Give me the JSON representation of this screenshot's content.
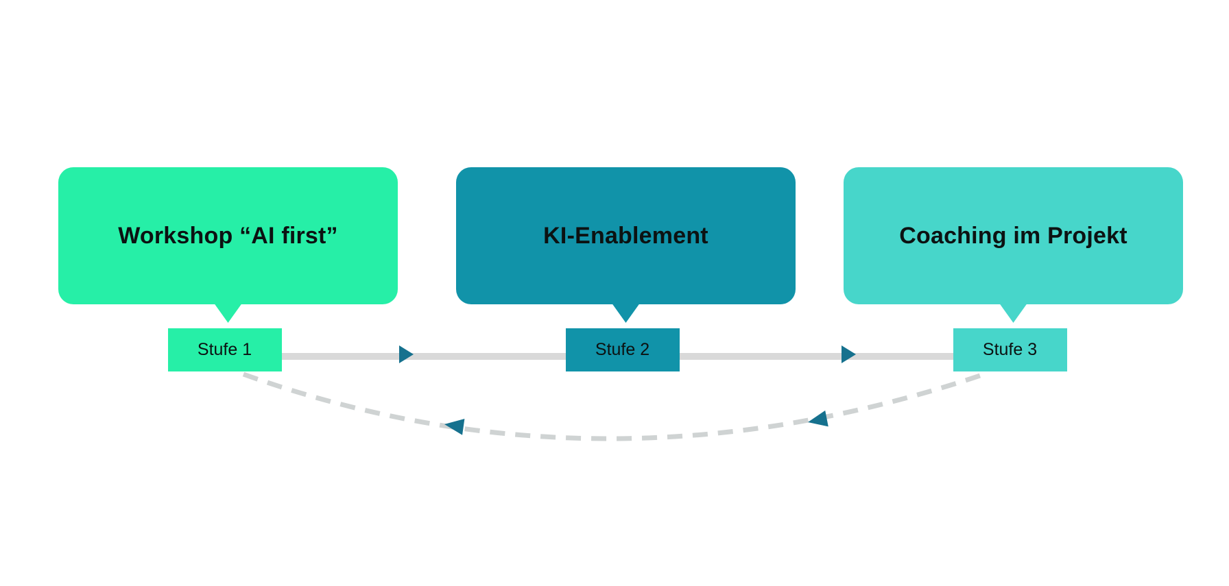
{
  "diagram": {
    "stages": [
      {
        "title": "Workshop “AI first”",
        "label": "Stufe 1",
        "color": "#26EFA7"
      },
      {
        "title": "KI-Enablement",
        "label": "Stufe 2",
        "color": "#1193A9"
      },
      {
        "title": "Coaching im Projekt",
        "label": "Stufe 3",
        "color": "#47D6CA"
      }
    ],
    "flow": {
      "forward_line_color": "#D9D9D9",
      "return_dash_color": "#CFD3D3",
      "arrowhead_color": "#16718E"
    },
    "text_color": "#0C1212",
    "background_color": "#FFFFFF"
  }
}
